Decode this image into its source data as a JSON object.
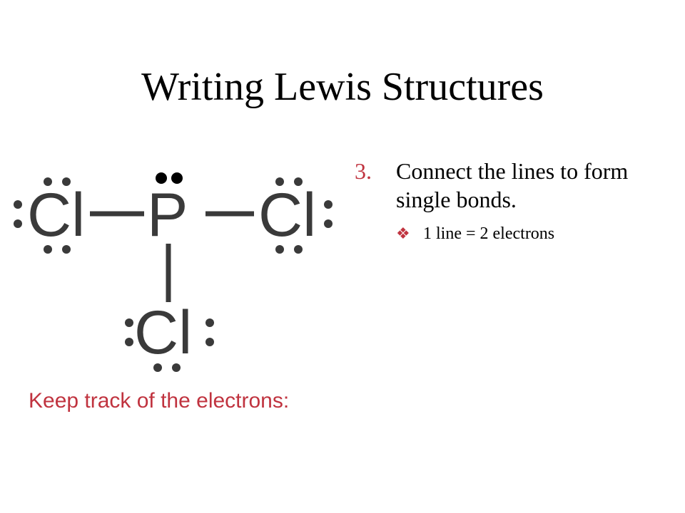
{
  "slide": {
    "title": "Writing Lewis Structures",
    "list": {
      "number": "3.",
      "text": "Connect the lines to form single bonds.",
      "sub_marker": "❖",
      "sub_text": "1 line = 2 electrons"
    },
    "note": "Keep track of the electrons:"
  },
  "diagram": {
    "atoms": [
      {
        "id": "cl-left",
        "symbol": "Cl"
      },
      {
        "id": "p-center",
        "symbol": "P"
      },
      {
        "id": "cl-right",
        "symbol": "Cl"
      },
      {
        "id": "cl-bottom",
        "symbol": "Cl"
      }
    ],
    "bonds": [
      {
        "from": "cl-left",
        "to": "p-center",
        "order": 1
      },
      {
        "from": "p-center",
        "to": "cl-right",
        "order": 1
      },
      {
        "from": "p-center",
        "to": "cl-bottom",
        "order": 1
      }
    ],
    "lone_pairs": {
      "cl-left": 3,
      "p-center": 1,
      "cl-right": 3,
      "cl-bottom": 3
    }
  },
  "colors": {
    "accent": "#c0333f",
    "text": "#000000",
    "diagram": "#3a3a3a"
  }
}
